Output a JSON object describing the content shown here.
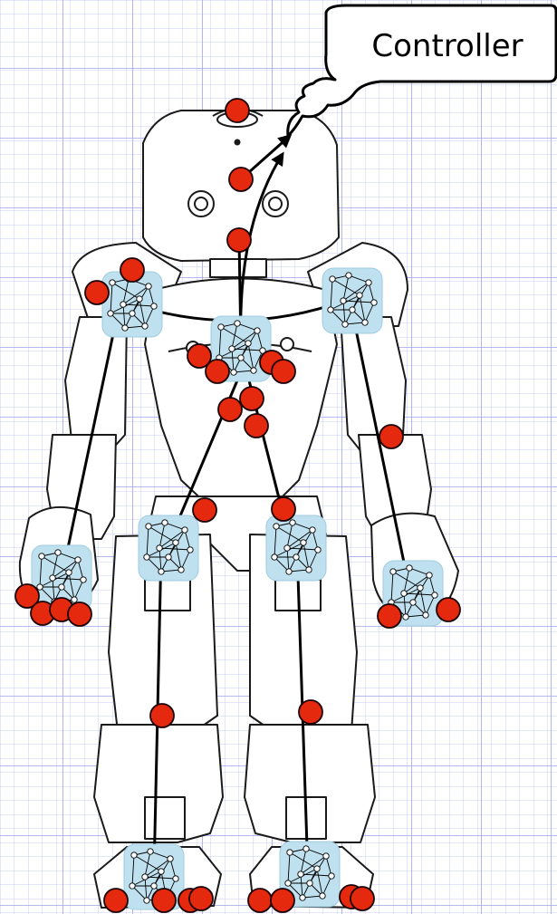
{
  "callout": {
    "label": "Controller"
  },
  "colors": {
    "grid_fine": "#c9ccf3",
    "grid_major": "#9ea3ea",
    "robot_outline": "#1a1a1a",
    "sensor_fill": "#e5290f",
    "network_fill": "#bfe0ee",
    "edge": "#000000"
  },
  "networks": [
    {
      "id": "head-chest",
      "part": "torso"
    },
    {
      "id": "left-shoulder",
      "part": "left-arm"
    },
    {
      "id": "right-shoulder",
      "part": "right-arm"
    },
    {
      "id": "left-hand",
      "part": "left-hand"
    },
    {
      "id": "right-hand",
      "part": "right-hand"
    },
    {
      "id": "left-hip",
      "part": "left-leg"
    },
    {
      "id": "right-hip",
      "part": "right-leg"
    },
    {
      "id": "left-foot",
      "part": "left-foot"
    },
    {
      "id": "right-foot",
      "part": "right-foot"
    }
  ],
  "icons": {
    "robot": "humanoid-robot-icon",
    "network": "neural-network-icon",
    "sensor": "sensor-dot-icon",
    "callout": "thought-bubble-icon"
  }
}
